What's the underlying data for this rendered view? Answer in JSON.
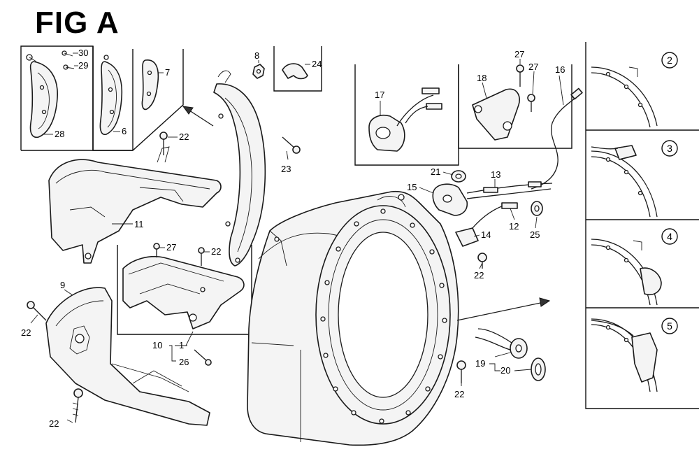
{
  "figure": {
    "title": "FIG A"
  },
  "callouts": {
    "p30": "30",
    "p29": "29",
    "p28": "28",
    "p6": "6",
    "p7": "7",
    "p8": "8",
    "p24": "24",
    "p23": "23",
    "p22a": "22",
    "p11": "11",
    "p27a": "27",
    "p22b": "22",
    "p9": "9",
    "p22c": "22",
    "p10": "10",
    "p1": "1",
    "p26": "26",
    "p22d": "22",
    "p17": "17",
    "p18": "18",
    "p27b": "27",
    "p27c": "27",
    "p16": "16",
    "p21": "21",
    "p13": "13",
    "p15": "15",
    "p14": "14",
    "p12": "12",
    "p25": "25",
    "p22e": "22",
    "p22f": "22",
    "p19": "19",
    "p20": "20"
  },
  "insets": [
    {
      "num": "2"
    },
    {
      "num": "3"
    },
    {
      "num": "4"
    },
    {
      "num": "5"
    }
  ]
}
